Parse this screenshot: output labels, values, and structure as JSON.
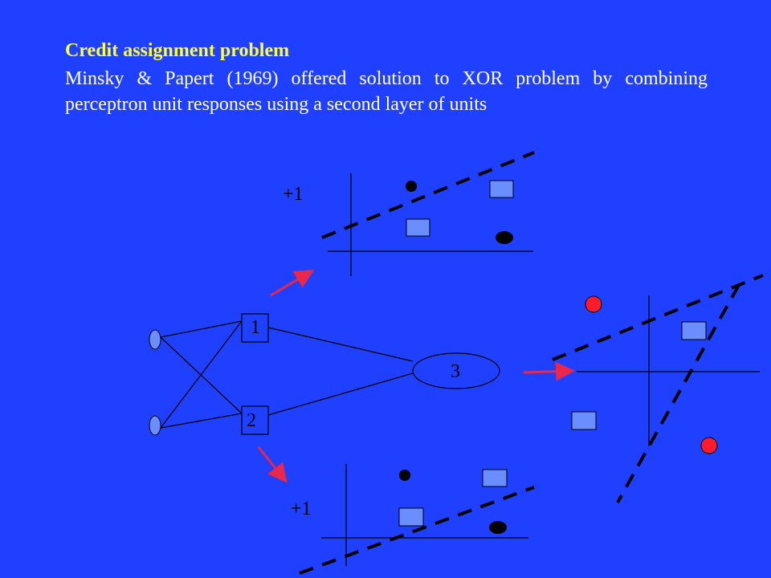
{
  "slide": {
    "title": "Credit assignment problem",
    "body": "Minsky & Papert (1969) offered solution to XOR problem by combining perceptron unit responses using a second layer of units"
  },
  "network": {
    "units": [
      {
        "id": "unit-1",
        "label": "1"
      },
      {
        "id": "unit-2",
        "label": "2"
      },
      {
        "id": "unit-3",
        "label": "3"
      }
    ]
  },
  "plots": {
    "top_label": "+1",
    "bottom_label": "+1"
  },
  "colors": {
    "background": "#2040ff",
    "title": "#ffff33",
    "text": "#ffffff",
    "square_fill": "#6b8eff",
    "red_point": "#ff1a2e",
    "arrow": "#e8274a",
    "line": "#000000"
  }
}
